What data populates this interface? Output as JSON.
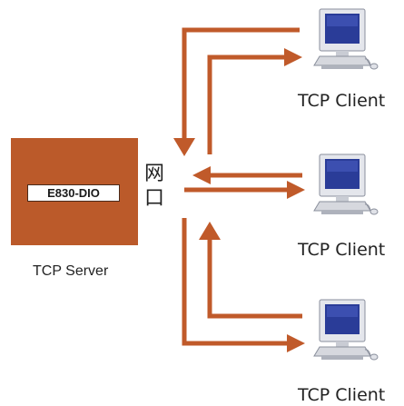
{
  "server": {
    "device_label": "E830-DIO",
    "caption": "TCP Server",
    "color": "#bb5a2a"
  },
  "port": {
    "line1": "网",
    "line2": "口"
  },
  "clients": [
    {
      "caption": "TCP Client",
      "icon": "desktop-computer-icon"
    },
    {
      "caption": "TCP Client",
      "icon": "desktop-computer-icon"
    },
    {
      "caption": "TCP Client",
      "icon": "desktop-computer-icon"
    }
  ],
  "arrow_color": "#c05a2a"
}
